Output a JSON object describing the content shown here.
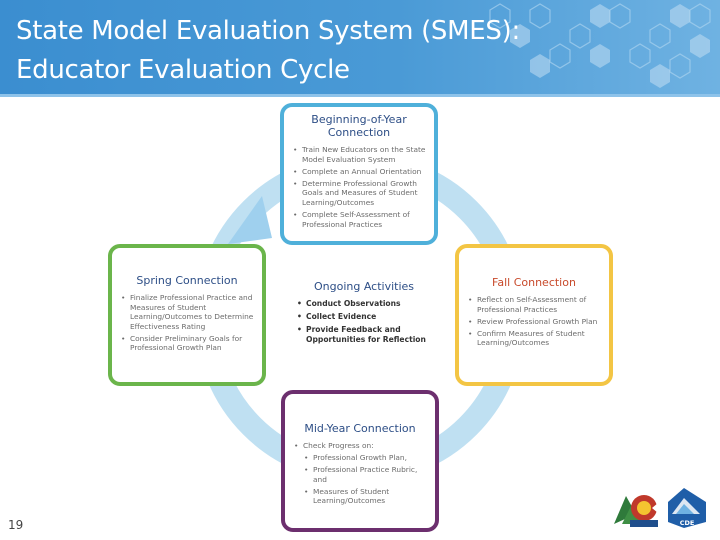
{
  "slide": {
    "title": "State Model Evaluation System (SMES): Educator Evaluation Cycle",
    "number": "19"
  },
  "diagram": {
    "top": {
      "title": "Beginning-of-Year Connection",
      "color": "#4fb0da",
      "items": [
        "Train New Educators on the State Model Evaluation System",
        "Complete an Annual Orientation",
        "Determine Professional Growth Goals and Measures of Student Learning/Outcomes",
        "Complete Self-Assessment of Professional Practices"
      ]
    },
    "left": {
      "title": "Spring Connection",
      "color": "#6bb54b",
      "items": [
        "Finalize Professional Practice and Measures of Student Learning/Outcomes to Determine Effectiveness Rating",
        "Consider Preliminary Goals for Professional Growth Plan"
      ]
    },
    "right": {
      "title": "Fall Connection",
      "color": "#f3c544",
      "items": [
        "Reflect on Self-Assessment of Professional Practices",
        "Review Professional Growth Plan",
        "Confirm Measures of Student Learning/Outcomes"
      ]
    },
    "bottom": {
      "title": "Mid-Year Connection",
      "color": "#6c2f6e",
      "items": [
        "Check Progress on:"
      ],
      "subitems": [
        "Professional Growth Plan,",
        "Professional Practice Rubric, and",
        "Measures of Student Learning/Outcomes"
      ]
    },
    "center": {
      "title": "Ongoing Activities",
      "items": [
        "Conduct Observations",
        "Collect Evidence",
        "Provide Feedback and Opportunities for Reflection"
      ]
    },
    "ring_color": "#bfe0f2",
    "arrow_color": "#9fd0ee"
  },
  "logos": {
    "right_logo_text": "CDE"
  }
}
